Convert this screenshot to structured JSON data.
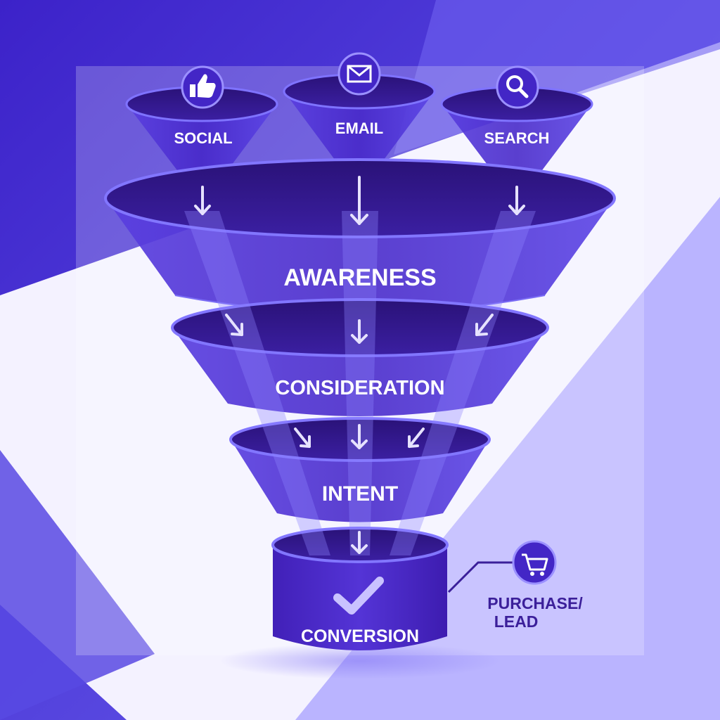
{
  "sources": [
    {
      "label": "SOCIAL",
      "icon": "thumbs-up-icon"
    },
    {
      "label": "EMAIL",
      "icon": "envelope-icon"
    },
    {
      "label": "SEARCH",
      "icon": "magnifier-icon"
    }
  ],
  "stages": [
    {
      "label": "AWARENESS"
    },
    {
      "label": "CONSIDERATION"
    },
    {
      "label": "INTENT"
    },
    {
      "label": "CONVERSION",
      "icon": "checkmark-icon"
    }
  ],
  "outcome": {
    "line1": "PURCHASE/",
    "line2": "LEAD",
    "icon": "shopping-cart-icon"
  },
  "colors": {
    "background": "#4a39d6",
    "funnel": "#4b2fd0",
    "funnel_dark": "#3a1d9e",
    "rim": "#7f73ff",
    "label_dark": "#3b1f9a",
    "panel": "#f4f2ff"
  }
}
